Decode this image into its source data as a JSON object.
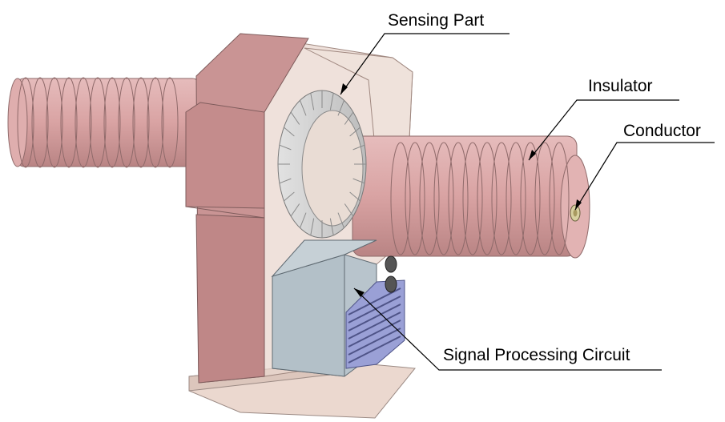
{
  "labels": {
    "sensing_part": "Sensing Part",
    "insulator": "Insulator",
    "conductor": "Conductor",
    "signal_processing": "Signal Processing Circuit"
  },
  "colors": {
    "insulator_fill": "#d8a2a2",
    "insulator_rib": "#c48a8a",
    "housing_front": "#c99494",
    "housing_transparent": "#ead7cf",
    "sensing_ring": "#d6d6d6",
    "circuit_box": "#b8c4cc",
    "heatsink": "#9aa0d6",
    "base_plate": "#ebd8cf",
    "conductor_tip": "#d8d0a0"
  }
}
